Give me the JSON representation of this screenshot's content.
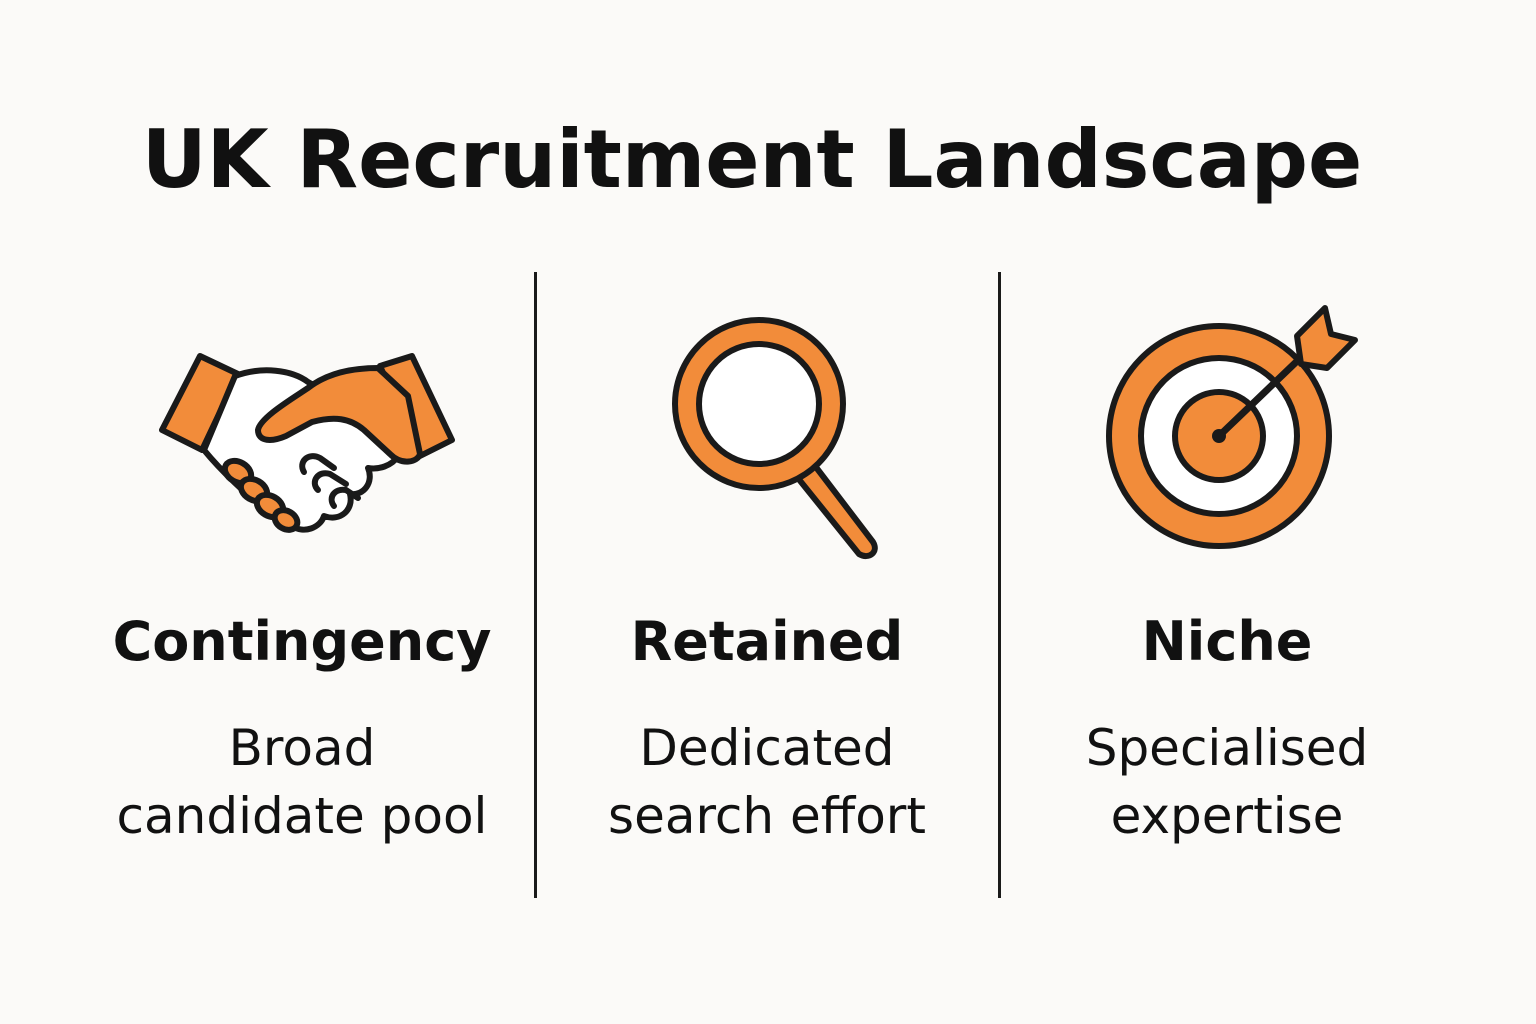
{
  "title": "UK Recruitment Landscape",
  "colors": {
    "accent": "#f28c3a",
    "outline": "#1a1a1a",
    "background": "#fbfaf8"
  },
  "columns": [
    {
      "icon": "handshake-icon",
      "heading": "Contingency",
      "desc_line1": "Broad",
      "desc_line2": "candidate pool"
    },
    {
      "icon": "magnifying-glass-icon",
      "heading": "Retained",
      "desc_line1": "Dedicated",
      "desc_line2": "search effort"
    },
    {
      "icon": "target-icon",
      "heading": "Niche",
      "desc_line1": "Specialised",
      "desc_line2": "expertise"
    }
  ]
}
